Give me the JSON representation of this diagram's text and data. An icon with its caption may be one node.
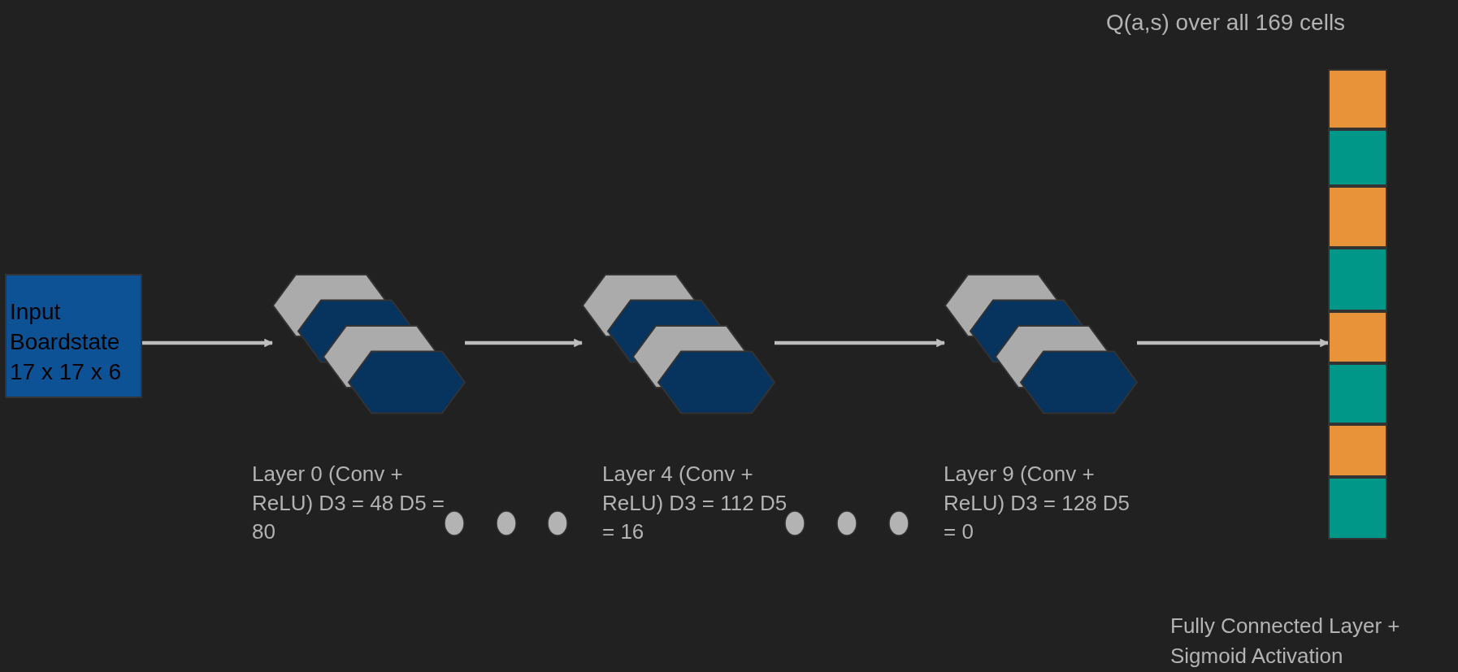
{
  "diagram": {
    "title": "Q(a,s) over all 169 cells",
    "nodes": [
      {
        "text": [
          "Input Boardstate 17 x 17 x 6"
        ]
      },
      {
        "text": [],
        "shape": "hexagon",
        "beside": [
          "Layer 0 (Conv + ReLU) D3 = 48 D5 = 80"
        ]
      },
      {
        "text": [],
        "shape": "hexagon",
        "beside": [
          "Layer 4 (Conv + ReLU) D3 = 112 D5 = 16"
        ]
      },
      {
        "text": [],
        "shape": "hexagon",
        "beside": [
          "Layer 9 (Conv + ReLU) D3 = 128 D5 = 0"
        ]
      },
      {
        "text": [],
        "shape": "bar",
        "beside": [
          "Fully Connected Layer + Sigmoid Activation"
        ]
      }
    ],
    "edges": [
      {
        "from": 0,
        "to": 1,
        "arrow": "to"
      },
      {
        "from": 1,
        "to": 2,
        "arrow": "to"
      },
      {
        "from": 2,
        "to": 3,
        "arrow": "to"
      },
      {
        "from": 3,
        "to": 4,
        "arrow": "to"
      }
    ]
  }
}
